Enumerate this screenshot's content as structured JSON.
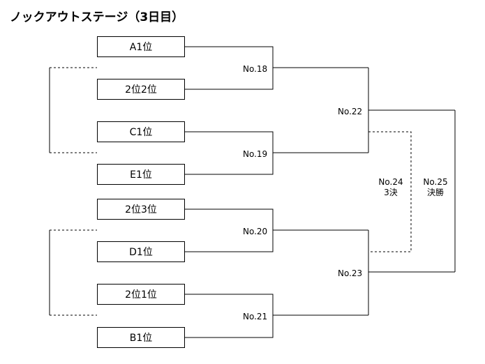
{
  "title": "ノックアウトステージ（3日目）",
  "teams": [
    "A1位",
    "2位2位",
    "C1位",
    "E1位",
    "2位3位",
    "D1位",
    "2位1位",
    "B1位"
  ],
  "matches": {
    "m18": "No.18",
    "m19": "No.19",
    "m20": "No.20",
    "m21": "No.21",
    "m22": "No.22",
    "m23": "No.23",
    "m24_no": "No.24",
    "m24_name": "3決",
    "m25_no": "No.25",
    "m25_name": "決勝"
  },
  "colors": {
    "line": "#000000",
    "background": "#ffffff"
  }
}
